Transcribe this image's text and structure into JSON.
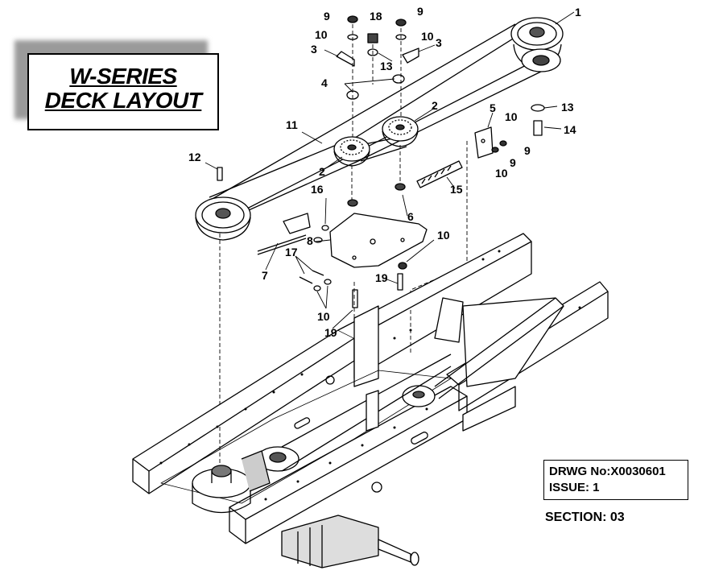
{
  "title": {
    "line1": "W-SERIES",
    "line2": "DECK LAYOUT"
  },
  "drawing_info": {
    "drawing_number": "DRWG No:X0030601",
    "issue": "ISSUE: 1",
    "section": "SECTION: 03"
  },
  "callouts": [
    "1",
    "2",
    "2",
    "3",
    "3",
    "4",
    "5",
    "6",
    "7",
    "8",
    "9",
    "9",
    "9",
    "9",
    "10",
    "10",
    "10",
    "10",
    "10",
    "10",
    "11",
    "12",
    "13",
    "13",
    "14",
    "15",
    "16",
    "17",
    "18",
    "19",
    "19"
  ]
}
